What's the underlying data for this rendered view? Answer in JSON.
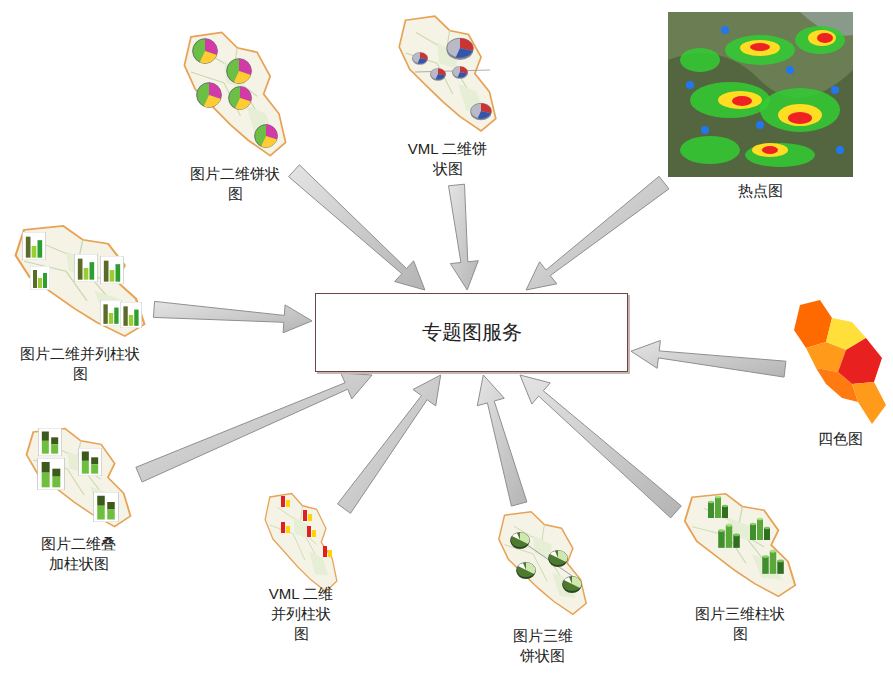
{
  "diagram": {
    "nodes": [
      {
        "text": [
          "图片二维饼状图"
        ]
      },
      {
        "text": [
          "VML 二维饼状图"
        ]
      },
      {
        "text": [
          "热点图"
        ]
      },
      {
        "text": [
          "图片二维并列柱状图"
        ]
      },
      {
        "text": [
          "专题图服务"
        ]
      },
      {
        "text": [
          "四色图"
        ]
      },
      {
        "text": [
          "图片二维叠加柱状图"
        ]
      },
      {
        "text": [
          "VML 二维并列柱状图"
        ]
      },
      {
        "text": [
          "图片三维饼状图"
        ]
      },
      {
        "text": [
          "图片三维柱状图"
        ]
      }
    ],
    "edges": [
      {
        "from": 0,
        "to": 4,
        "arrow": "to"
      },
      {
        "from": 1,
        "to": 4,
        "arrow": "to"
      },
      {
        "from": 2,
        "to": 4,
        "arrow": "to"
      },
      {
        "from": 3,
        "to": 4,
        "arrow": "to"
      },
      {
        "from": 5,
        "to": 4,
        "arrow": "to"
      },
      {
        "from": 6,
        "to": 4,
        "arrow": "to"
      },
      {
        "from": 7,
        "to": 4,
        "arrow": "to"
      },
      {
        "from": 8,
        "to": 4,
        "arrow": "to"
      },
      {
        "from": 9,
        "to": 4,
        "arrow": "to"
      }
    ]
  }
}
